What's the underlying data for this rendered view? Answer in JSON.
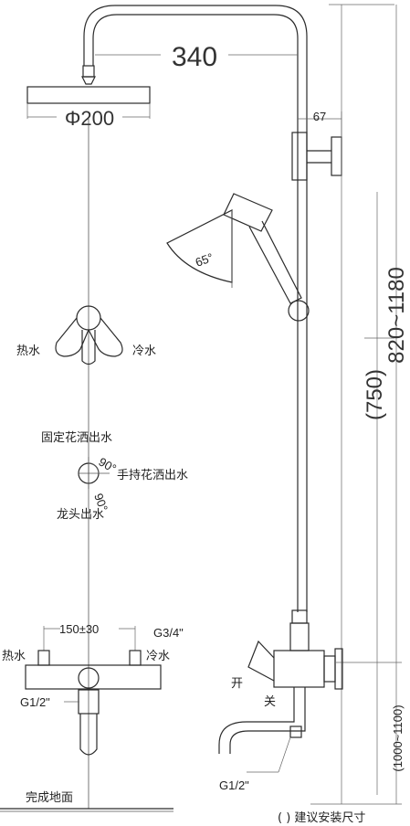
{
  "dimensions": {
    "arm_width": "340",
    "head_diameter": "Φ200",
    "wall_offset": "67",
    "total_height": "820~1180",
    "suggested_height": "(750)",
    "spout_height": "(1000~1100)",
    "spread": "150±30",
    "thread_main": "G3/4\"",
    "thread_outlet": "G1/2\"",
    "thread_spout": "G1/2\"",
    "angle_handset": "65°",
    "angle_divert_1": "90°",
    "angle_divert_2": "90°"
  },
  "labels": {
    "hot_top": "热水",
    "cold_top": "冷水",
    "fixed_shower": "固定花洒出水",
    "hand_shower": "手持花洒出水",
    "tap_outlet": "龙头出水",
    "hot_bottom": "热水",
    "cold_bottom": "冷水",
    "open": "开",
    "close": "关",
    "floor": "完成地面",
    "note": "( ) 建议安装尺寸"
  }
}
